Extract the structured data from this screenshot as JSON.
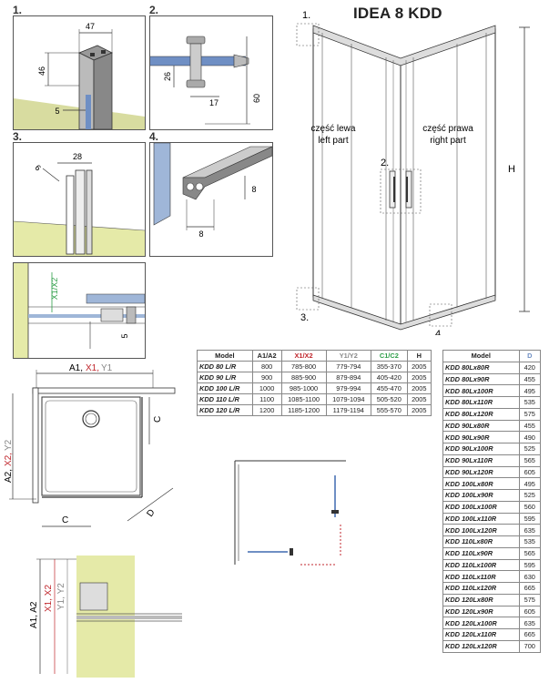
{
  "title": "IDEA 8 KDD",
  "steps": {
    "s1": "1.",
    "s2": "2.",
    "s3": "3.",
    "s4": "4."
  },
  "detail1": {
    "w": "47",
    "h": "46",
    "s": "5"
  },
  "detail2": {
    "a": "26",
    "b": "17",
    "c": "60"
  },
  "detail3": {
    "a": "28",
    "b": "6"
  },
  "detail4": {
    "a": "8",
    "b": "8"
  },
  "detail5": {
    "label": "X1/X2",
    "dim": "5"
  },
  "main": {
    "left_pl": "część lewa",
    "left_en": "left part",
    "right_pl": "część prawa",
    "right_en": "right part",
    "h": "H",
    "c1": "1.",
    "c2": "2.",
    "c3": "3.",
    "c4": "4."
  },
  "plan": {
    "top_a": "A1,",
    "top_x": "X1,",
    "top_y": "Y1",
    "left_a": "A2,",
    "left_x": "X2,",
    "left_y": "Y2",
    "c": "C",
    "c2": "C",
    "d": "D"
  },
  "side": {
    "a": "A1, A2",
    "x": "X1, X2",
    "y": "Y1, Y2"
  },
  "colors": {
    "red": "#c0262c",
    "green": "#2e9e48",
    "blue": "#6f8fc4",
    "glass": "#9fb6d8",
    "wall": "#e5eaa8"
  },
  "table1": {
    "headers": [
      "Model",
      "A1/A2",
      "X1/X2",
      "Y1/Y2",
      "C1/C2",
      "H"
    ],
    "rows": [
      [
        "KDD 80 L/R",
        "800",
        "785-800",
        "779-794",
        "355-370",
        "2005"
      ],
      [
        "KDD 90 L/R",
        "900",
        "885-900",
        "879-894",
        "405-420",
        "2005"
      ],
      [
        "KDD 100 L/R",
        "1000",
        "985-1000",
        "979-994",
        "455-470",
        "2005"
      ],
      [
        "KDD 110 L/R",
        "1100",
        "1085-1100",
        "1079-1094",
        "505-520",
        "2005"
      ],
      [
        "KDD 120 L/R",
        "1200",
        "1185-1200",
        "1179-1194",
        "555-570",
        "2005"
      ]
    ]
  },
  "table2": {
    "headers": [
      "Model",
      "D"
    ],
    "rows": [
      [
        "KDD 80Lx80R",
        "420"
      ],
      [
        "KDD 80Lx90R",
        "455"
      ],
      [
        "KDD 80Lx100R",
        "495"
      ],
      [
        "KDD 80Lx110R",
        "535"
      ],
      [
        "KDD 80Lx120R",
        "575"
      ],
      [
        "KDD 90Lx80R",
        "455"
      ],
      [
        "KDD 90Lx90R",
        "490"
      ],
      [
        "KDD 90Lx100R",
        "525"
      ],
      [
        "KDD 90Lx110R",
        "565"
      ],
      [
        "KDD 90Lx120R",
        "605"
      ],
      [
        "KDD 100Lx80R",
        "495"
      ],
      [
        "KDD 100Lx90R",
        "525"
      ],
      [
        "KDD 100Lx100R",
        "560"
      ],
      [
        "KDD 100Lx110R",
        "595"
      ],
      [
        "KDD 100Lx120R",
        "635"
      ],
      [
        "KDD 110Lx80R",
        "535"
      ],
      [
        "KDD 110Lx90R",
        "565"
      ],
      [
        "KDD 110Lx100R",
        "595"
      ],
      [
        "KDD 110Lx110R",
        "630"
      ],
      [
        "KDD 110Lx120R",
        "665"
      ],
      [
        "KDD 120Lx80R",
        "575"
      ],
      [
        "KDD 120Lx90R",
        "605"
      ],
      [
        "KDD 120Lx100R",
        "635"
      ],
      [
        "KDD 120Lx110R",
        "665"
      ],
      [
        "KDD 120Lx120R",
        "700"
      ]
    ]
  }
}
